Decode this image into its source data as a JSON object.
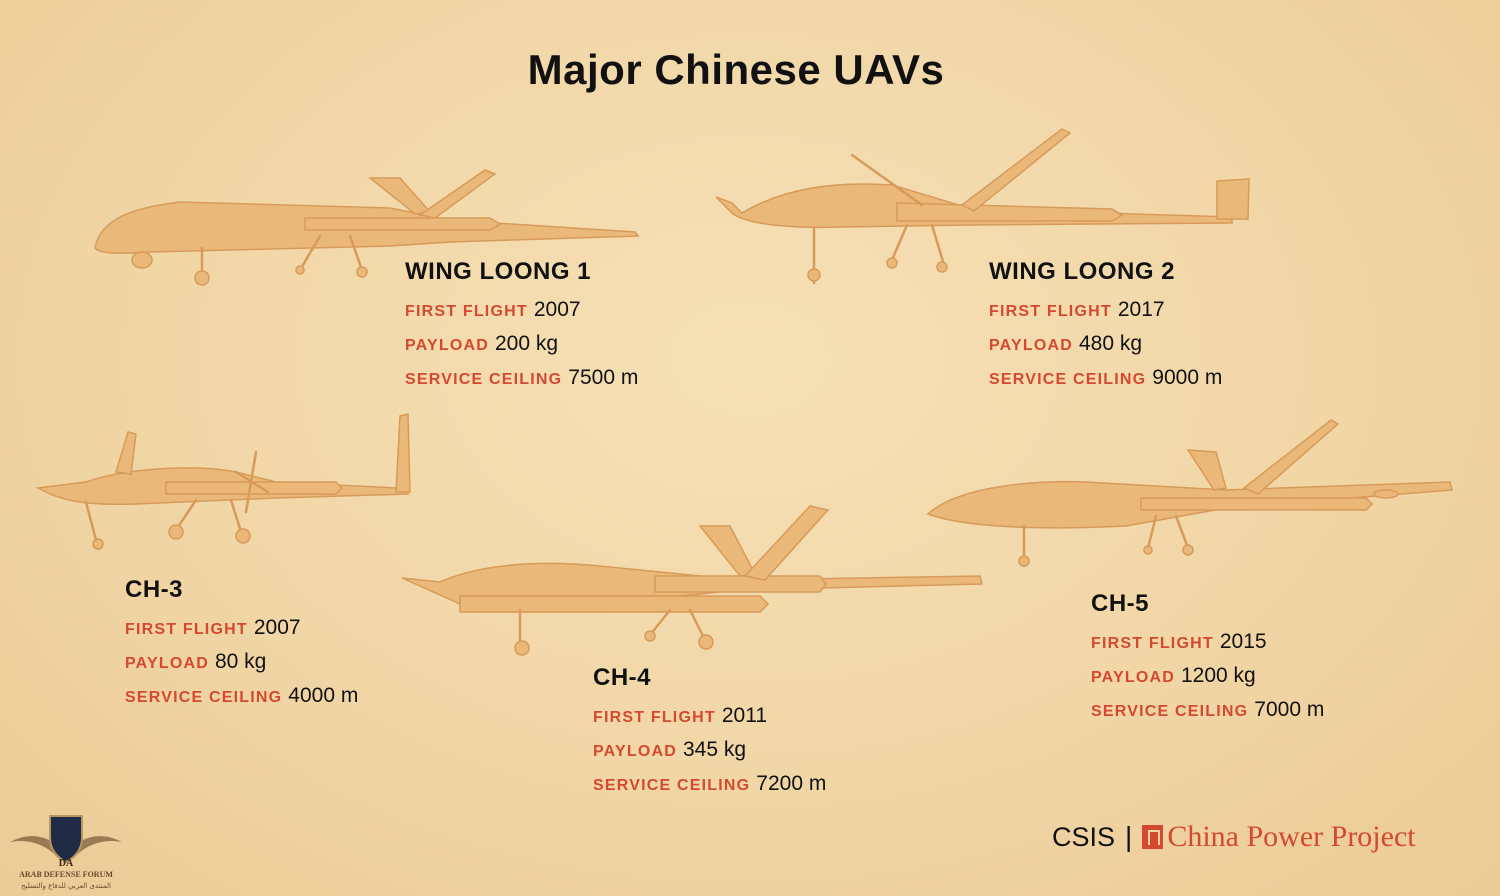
{
  "title": "Major Chinese UAVs",
  "drones": [
    {
      "name": "WING LOONG 1",
      "first_flight_label": "FIRST FLIGHT",
      "first_flight": "2007",
      "payload_label": "PAYLOAD",
      "payload": "200 kg",
      "ceiling_label": "SERVICE CEILING",
      "ceiling": "7500 m"
    },
    {
      "name": "WING LOONG 2",
      "first_flight_label": "FIRST FLIGHT",
      "first_flight": "2017",
      "payload_label": "PAYLOAD",
      "payload": "480 kg",
      "ceiling_label": "SERVICE CEILING",
      "ceiling": "9000 m"
    },
    {
      "name": "CH-3",
      "first_flight_label": "FIRST FLIGHT",
      "first_flight": "2007",
      "payload_label": "PAYLOAD",
      "payload": "80 kg",
      "ceiling_label": "SERVICE CEILING",
      "ceiling": "4000 m"
    },
    {
      "name": "CH-4",
      "first_flight_label": "FIRST FLIGHT",
      "first_flight": "2011",
      "payload_label": "PAYLOAD",
      "payload": "345 kg",
      "ceiling_label": "SERVICE CEILING",
      "ceiling": "7200 m"
    },
    {
      "name": "CH-5",
      "first_flight_label": "FIRST FLIGHT",
      "first_flight": "2015",
      "payload_label": "PAYLOAD",
      "payload": "1200 kg",
      "ceiling_label": "SERVICE CEILING",
      "ceiling": "7000 m"
    }
  ],
  "footer": {
    "org": "CSIS",
    "separator": "|",
    "project": "China Power Project"
  },
  "watermark": {
    "text": "ARAB DEFENSE FORUM",
    "subtext": "المنتدى العربي للدفاع والتسليح",
    "icon": "eagle-shield-logo"
  },
  "colors": {
    "background": "#f1d6a6",
    "label": "#d4492f",
    "drone": "#eab97a",
    "text": "#111111"
  }
}
